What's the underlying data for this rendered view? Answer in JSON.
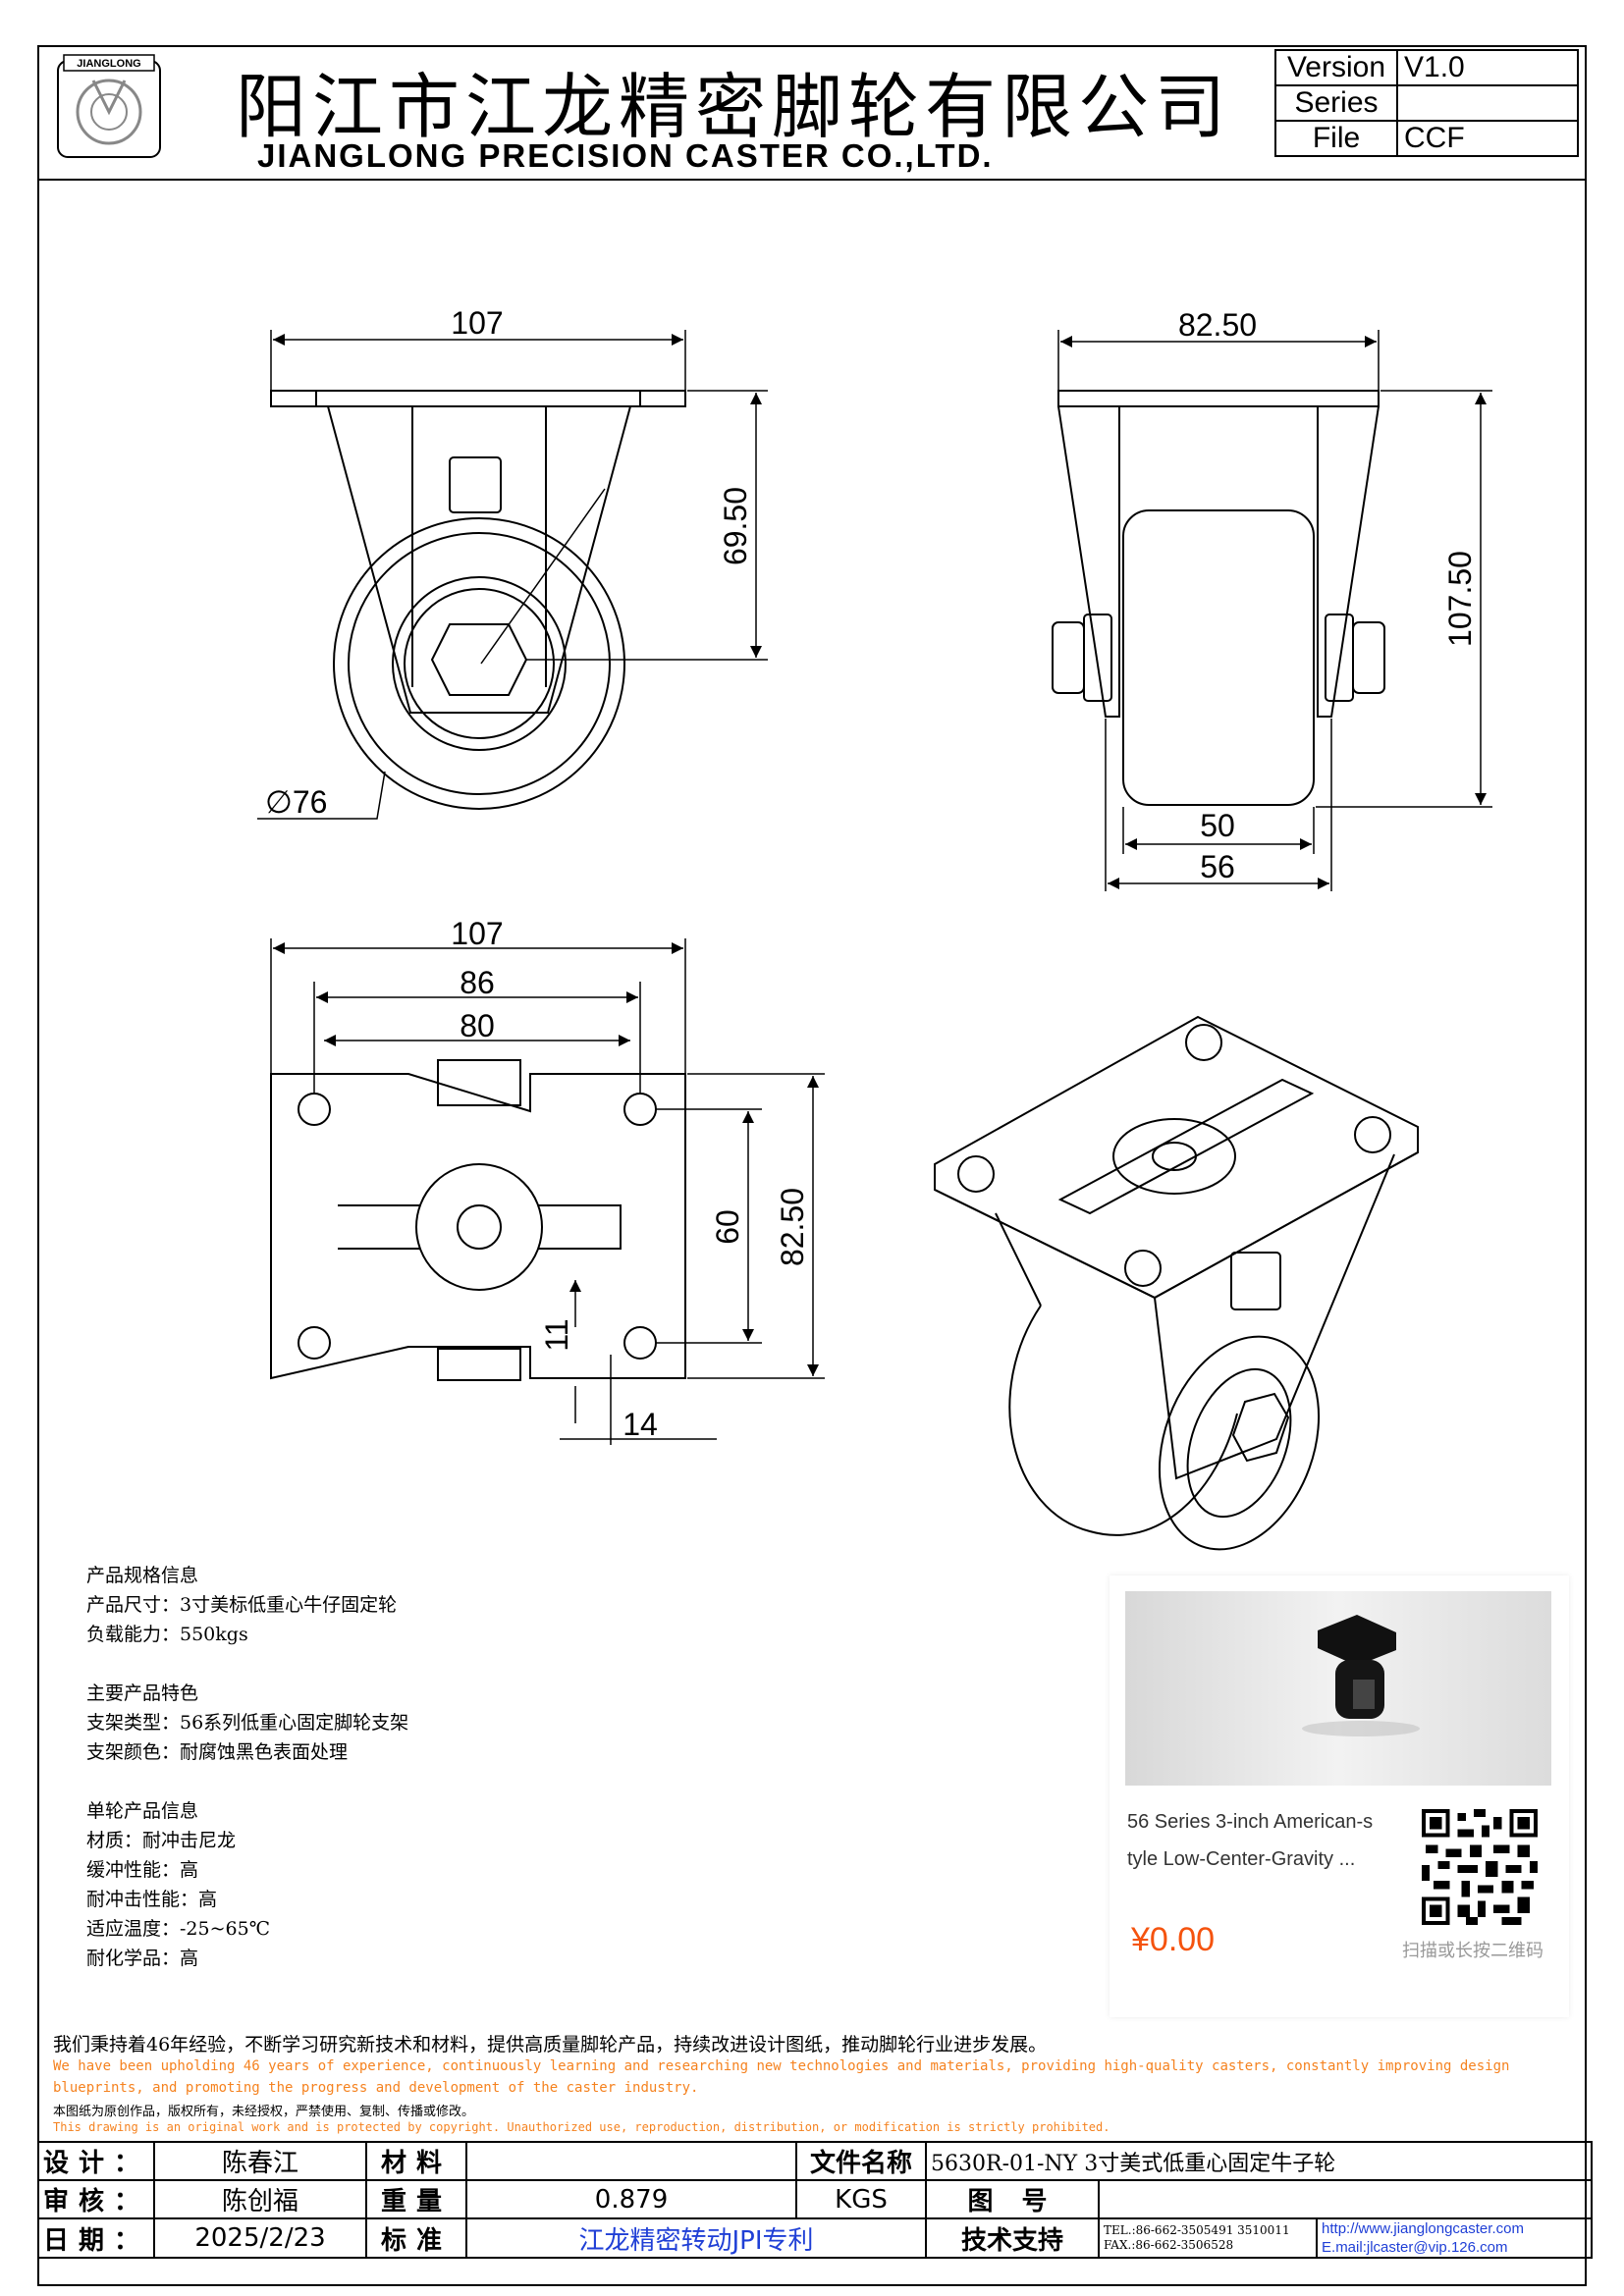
{
  "header": {
    "logo_text": "JIANGLONG",
    "company_cn": "阳江市江龙精密脚轮有限公司",
    "company_en": "JIANGLONG PRECISION CASTER CO.,LTD."
  },
  "version_table": [
    {
      "key": "Version",
      "value": "V1.0"
    },
    {
      "key": "Series",
      "value": ""
    },
    {
      "key": "File",
      "value": "CCF"
    }
  ],
  "dimensions": {
    "front_width": "107",
    "front_height": "69.50",
    "wheel_diameter": "∅76",
    "side_width": "82.50",
    "side_height": "107.50",
    "wheel_width": "50",
    "bracket_width": "56",
    "top_width": "107",
    "hole_span_outer": "86",
    "hole_span_inner": "80",
    "hole_span_v": "60",
    "plate_depth": "82.50",
    "slot_w": "11",
    "slot_l": "14"
  },
  "spec": {
    "sec1_title": "产品规格信息",
    "size": "产品尺寸：3寸美标低重心牛仔固定轮",
    "load": "负载能力：550kgs",
    "sec2_title": "主要产品特色",
    "bracket_type": "支架类型：56系列低重心固定脚轮支架",
    "bracket_color": "支架颜色：耐腐蚀黑色表面处理",
    "sec3_title": "单轮产品信息",
    "material": "材质：耐冲击尼龙",
    "cushion": "缓冲性能：高",
    "impact": "耐冲击性能：高",
    "temp": "适应温度：-25~65℃",
    "chemical": "耐化学品：高"
  },
  "card": {
    "name_line1": "56 Series 3-inch American-s",
    "name_line2": "tyle Low-Center-Gravity ...",
    "price": "¥0.00",
    "qr_hint": "扫描或长按二维码"
  },
  "notes": {
    "cn1": "我们秉持着46年经验，不断学习研究新技术和材料，提供高质量脚轮产品，持续改进设计图纸，推动脚轮行业进步发展。",
    "en1": "We have been upholding 46 years of experience, continuously learning and researching new technologies and materials, providing high-quality casters, constantly improving design blueprints, and promoting the progress and development of the caster industry.",
    "cn2": "本图纸为原创作品，版权所有，未经授权，严禁使用、复制、传播或修改。",
    "en2": "This drawing is an original work and is protected by copyright. Unauthorized use, reproduction, distribution, or modification is strictly prohibited."
  },
  "title_block": {
    "design_label": "设计：",
    "designer": "陈春江",
    "material_label": "材料",
    "material_value": "",
    "file_name_label": "文件名称",
    "file_name": "5630R-01-NY 3寸美式低重心固定牛子轮",
    "review_label": "审核：",
    "reviewer": "陈创福",
    "weight_label": "重量",
    "weight_value": "0.879",
    "weight_unit": "KGS",
    "drawing_no_label": "图 号",
    "drawing_no": "",
    "date_label": "日期：",
    "date": "2025/2/23",
    "standard_label": "标准",
    "standard_value": "江龙精密转动JPI专利",
    "support_label": "技术支持",
    "tel": "TEL.:86-662-3505491 3510011",
    "fax": "FAX.:86-662-3506528",
    "website": "http://www.jianglongcaster.com",
    "email": "E.mail:jlcaster@vip.126.com"
  }
}
